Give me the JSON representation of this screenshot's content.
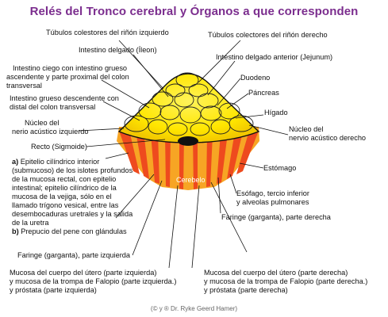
{
  "title": "Relés del Tronco cerebral  y Órganos a que corresponden",
  "center_label": "Cerebelo",
  "colors": {
    "title": "#7b2d8e",
    "dome_yellow": "#ffe600",
    "band_orange": "#f59a1c",
    "band_red": "#ee4a1e"
  },
  "labels": {
    "tubulos_izq": "Túbulos colestores del riñón izquierdo",
    "tubulos_der": "Túbulos colectores del riñón derecho",
    "intestino_delgado": "Intestino delgado (Íleon)",
    "intestino_delgado_anterior": "Intestino delgado anterior (Jejunum)",
    "ciego_line1": "Intestino ciego con intestino grueso",
    "ciego_line2": "ascendente y parte proximal del colon",
    "ciego_line3": "transversal",
    "duodeno": "Duodeno",
    "grueso_line1": "Intestino grueso descendente con",
    "grueso_line2": "distal del colon transversal",
    "pancreas": "Páncreas",
    "higado": "Hígado",
    "nucleo_izq_line1": "Núcleo del",
    "nucleo_izq_line2": "nerio acústico izquierdo",
    "nucleo_der_line1": "Núcleo del",
    "nucleo_der_line2": "nervio acústico derecho",
    "recto": "Recto (Sigmoide)",
    "a_prefix": "a)",
    "a_line1": "Epitelio cilíndrico interior",
    "a_line2": "(submucoso) de los islotes profundos",
    "a_line3": "de la mucosa rectal, con epitelio",
    "a_line4": "intestinal; epitelio cilíndrico de la",
    "a_line5": "mucosa de la vejiga, sólo en el",
    "a_line6": "llamado trígono vesical, entre las",
    "a_line7": "desembocaduras uretrales y la salida",
    "a_line8": "de la uretra",
    "b_prefix": "b)",
    "b_text": "Prepucio del pene con glándulas",
    "estomago": "Estómago",
    "esofago_line1": "Esófago, tercio inferior",
    "esofago_line2": "y alveolas pulmonares",
    "faringe_der": "Faringe (garganta), parte derecha",
    "faringe_izq": "Faringe (garganta), parte izquierda",
    "utero_izq_line1": "Mucosa del cuerpo del útero (parte izquierda)",
    "utero_izq_line2": "y mucosa de la trompa de Falopio (parte izquierda.)",
    "utero_izq_line3": "y próstata (parte izquierda)",
    "utero_der_line1": "Mucosa del cuerpo del útero (parte derecha)",
    "utero_der_line2": "y mucosa de la trompa de Falopio (parte derecha.)",
    "utero_der_line3": "y próstata (parte derecha)"
  },
  "copyright": "(© y ® Dr. Ryke Geerd Hamer)"
}
